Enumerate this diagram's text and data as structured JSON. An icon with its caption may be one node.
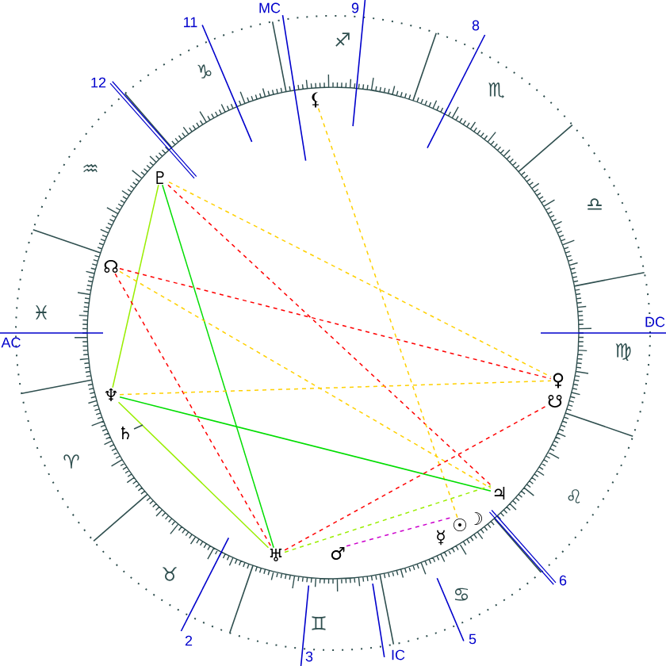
{
  "diagram": {
    "nodes": [
      {
        "text": [
          "⚸"
        ]
      },
      {
        "text": [
          "♇"
        ]
      },
      {
        "text": [
          "☊"
        ]
      },
      {
        "text": [
          "♀"
        ]
      },
      {
        "text": [
          "♆"
        ]
      },
      {
        "text": [
          "☋"
        ]
      },
      {
        "text": [
          "♄"
        ]
      },
      {
        "text": [
          "♃"
        ]
      },
      {
        "text": [
          "☽"
        ]
      },
      {
        "text": [
          "☉"
        ]
      },
      {
        "text": [
          "☿"
        ]
      },
      {
        "text": [
          "♅"
        ]
      },
      {
        "text": [
          "♂"
        ]
      }
    ],
    "edges": [
      {
        "from": 1,
        "to": 4,
        "arrow": "none",
        "color": "#99ee00"
      },
      {
        "from": 1,
        "to": 11,
        "arrow": "none",
        "color": "#00dd00"
      },
      {
        "from": 1,
        "to": 7,
        "arrow": "none",
        "style": "dashed",
        "color": "#ff0000"
      },
      {
        "from": 1,
        "to": 3,
        "arrow": "none",
        "style": "dashed",
        "color": "#ffd000"
      },
      {
        "from": 0,
        "to": 9,
        "arrow": "none",
        "style": "dashed",
        "color": "#ffd000"
      },
      {
        "from": 2,
        "to": 3,
        "arrow": "none",
        "style": "dashed",
        "color": "#ff0000"
      },
      {
        "from": 2,
        "to": 11,
        "arrow": "none",
        "style": "dashed",
        "color": "#ff0000"
      },
      {
        "from": 2,
        "to": 7,
        "arrow": "none",
        "style": "dashed",
        "color": "#ffd000"
      },
      {
        "from": 4,
        "to": 3,
        "arrow": "none",
        "style": "dashed",
        "color": "#ffd000"
      },
      {
        "from": 4,
        "to": 7,
        "arrow": "none",
        "color": "#00dd00"
      },
      {
        "from": 4,
        "to": 11,
        "arrow": "none",
        "color": "#99ee00"
      },
      {
        "from": 11,
        "to": 5,
        "arrow": "none",
        "style": "dashed",
        "color": "#ff0000"
      },
      {
        "from": 11,
        "to": 7,
        "arrow": "none",
        "style": "dashed",
        "color": "#99ee00"
      },
      {
        "from": 12,
        "to": 9,
        "arrow": "none",
        "style": "dashed",
        "color": "#cc00cc"
      },
      {
        "from": 6,
        "to": null,
        "arrow": "none",
        "color": "#2f4f4f"
      }
    ],
    "labels": [
      "MC",
      "9",
      "11",
      "8",
      "♐",
      "♑",
      "12",
      "♏",
      "♒",
      "♎",
      "♓",
      "DC",
      "AC",
      "♍",
      "♈",
      "♌",
      "♉",
      "6",
      "♋",
      "♊",
      "2",
      "5",
      "3",
      "IC"
    ]
  }
}
